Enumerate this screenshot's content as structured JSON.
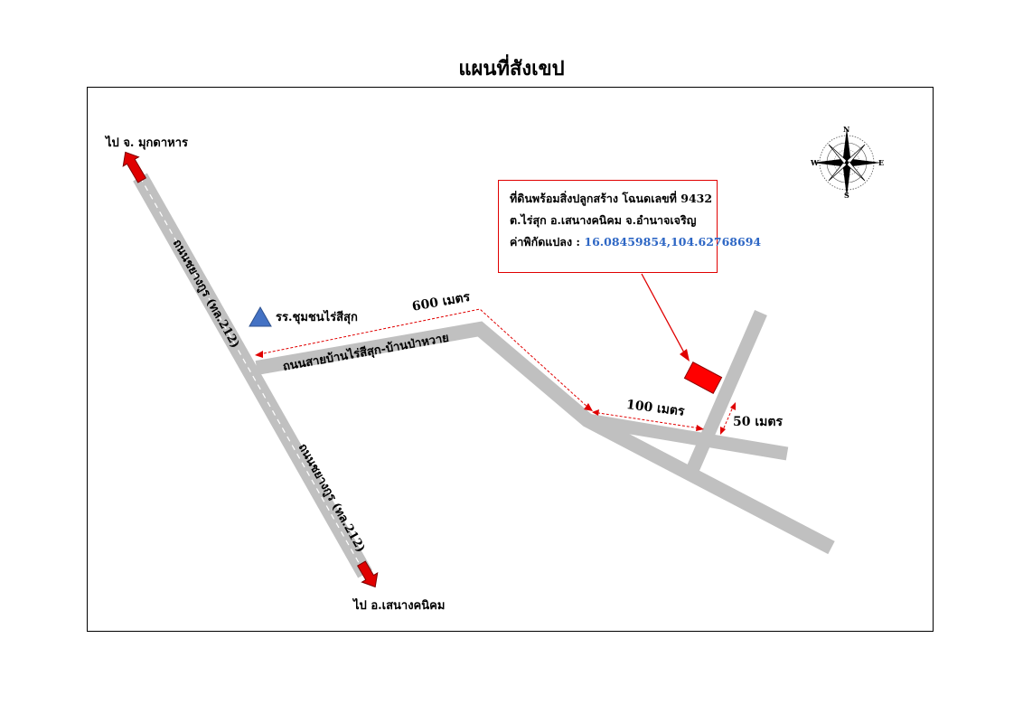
{
  "title": "แผนที่สังเขป",
  "labels": {
    "to_mukdahan": "ไป จ. มุกดาหาร",
    "to_senangkhanikhom": "ไป อ.เสนางคนิคม",
    "school": "รร.ชุมชนไร่สีสุก",
    "main_road_upper": "ถนนชยางกูร (ทล.212)",
    "main_road_lower": "ถนนชยางกูร (ทล.212)",
    "branch_road": "ถนนสายบ้านไร่สีสุก-บ้านป่าหวาย"
  },
  "distances": {
    "d600": "600 เมตร",
    "d100": "100 เมตร",
    "d50": "50 เมตร"
  },
  "info_box": {
    "line1": "ที่ดินพร้อมสิ่งปลูกสร้าง โฉนดเลขที่ 9432",
    "line2": "ต.ไร่สุก อ.เสนางคนิคม จ.อำนาจเจริญ",
    "line3_label": "ค่าพิกัดแปลง :",
    "line3_value": "16.08459854,104.62768694"
  },
  "compass": {
    "n": "N",
    "s": "S",
    "e": "E",
    "w": "W"
  },
  "colors": {
    "road": "#c0c0c0",
    "arrow": "#e00000",
    "school": "#4472c4",
    "coord": "#2e67c5"
  }
}
